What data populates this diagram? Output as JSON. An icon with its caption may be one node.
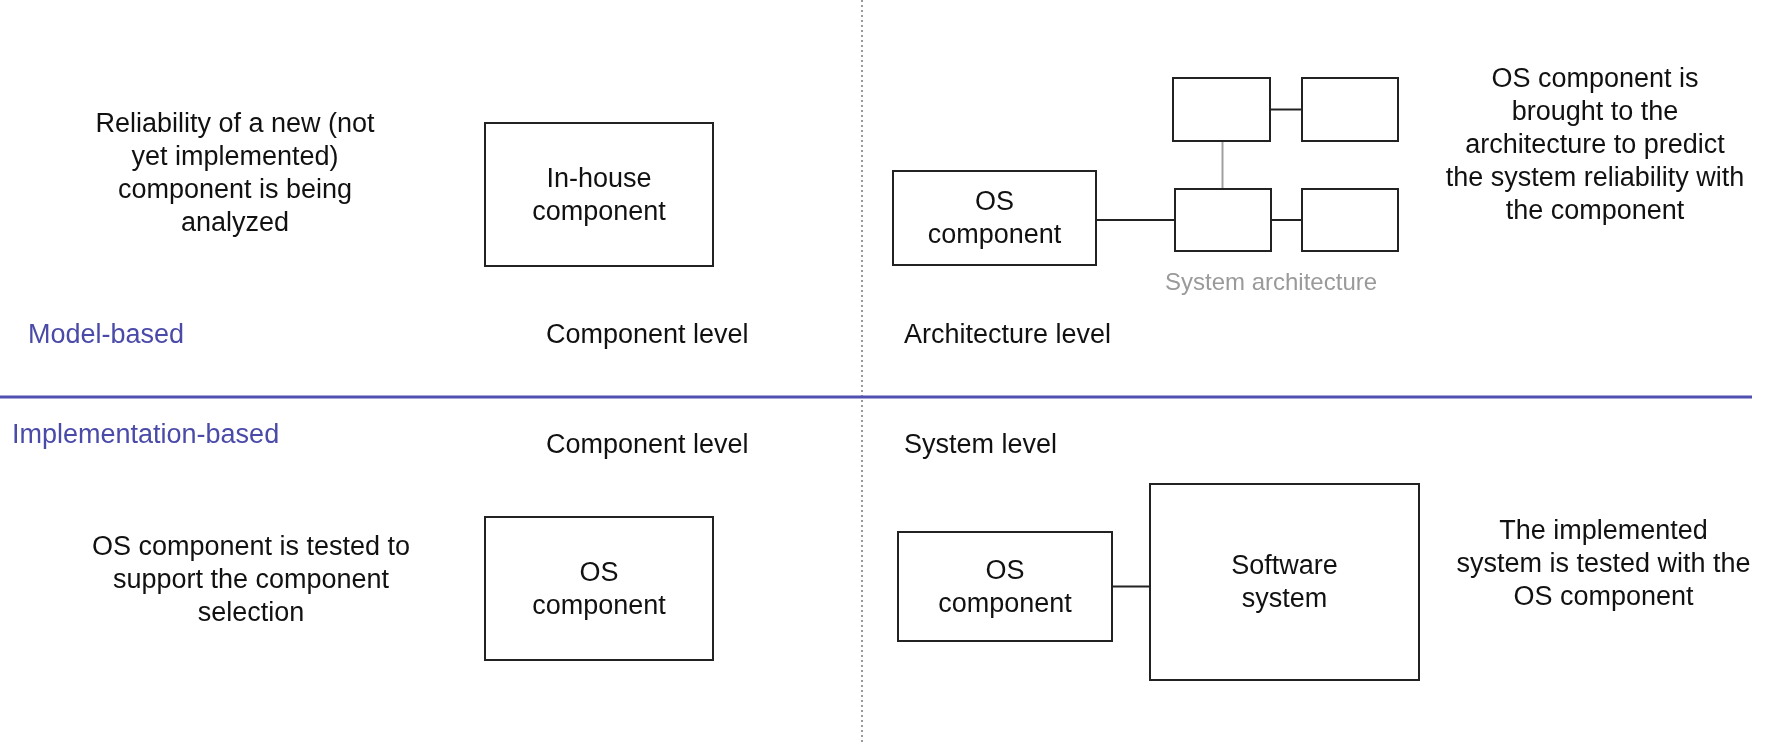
{
  "diagram": {
    "nodes": [
      {
        "text": [
          "In-house component"
        ]
      },
      {
        "text": [
          "OS component"
        ]
      },
      {
        "text": [],
        "shape": "box"
      },
      {
        "text": [],
        "shape": "box"
      },
      {
        "text": [],
        "shape": "box"
      },
      {
        "text": [],
        "shape": "box"
      },
      {
        "text": [
          "OS component"
        ]
      },
      {
        "text": [
          "OS component"
        ]
      },
      {
        "text": [
          "Software system"
        ]
      }
    ],
    "edges": [
      {
        "from": 1,
        "to": 4,
        "arrow": "none"
      },
      {
        "from": 2,
        "to": 3,
        "arrow": "none"
      },
      {
        "from": 2,
        "to": 4,
        "arrow": "none",
        "color": "#a0a0a0"
      },
      {
        "from": 4,
        "to": 5,
        "arrow": "none"
      },
      {
        "from": 7,
        "to": 8,
        "arrow": "none"
      }
    ],
    "labels": [
      "Reliability of a new (not yet implemented) component is being analyzed",
      "OS component is brought to the architecture to predict the system reliability with the component",
      "System architecture",
      "Model-based",
      "Component level",
      "Architecture level",
      "Implementation-based",
      "Component level",
      "System level",
      "OS component is tested to support the component selection",
      "The implemented system is tested with the OS component"
    ]
  }
}
